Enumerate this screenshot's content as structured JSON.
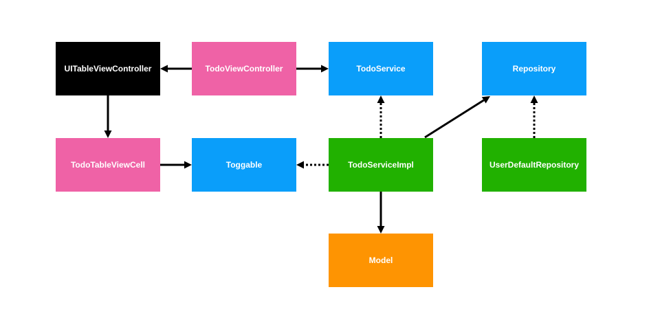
{
  "colors": {
    "black": "#000000",
    "pink": "#EF62A6",
    "blue": "#0A9EFA",
    "green": "#21B100",
    "orange": "#FE9402",
    "arrow": "#000000"
  },
  "nodes": [
    {
      "id": "uitableviewcontroller",
      "label": "UITableViewController",
      "color": "#000000"
    },
    {
      "id": "todoviewcontroller",
      "label": "TodoViewController",
      "color": "#EF62A6"
    },
    {
      "id": "todoservice",
      "label": "TodoService",
      "color": "#0A9EFA"
    },
    {
      "id": "repository",
      "label": "Repository",
      "color": "#0A9EFA"
    },
    {
      "id": "todotableviewcell",
      "label": "TodoTableViewCell",
      "color": "#EF62A6"
    },
    {
      "id": "toggable",
      "label": "Toggable",
      "color": "#0A9EFA"
    },
    {
      "id": "todoserviceimpl",
      "label": "TodoServiceImpl",
      "color": "#21B100"
    },
    {
      "id": "userdefaultrepository",
      "label": "UserDefaultRepository",
      "color": "#21B100"
    },
    {
      "id": "model",
      "label": "Model",
      "color": "#FE9402"
    }
  ],
  "edges": [
    {
      "from": "todoviewcontroller",
      "to": "uitableviewcontroller",
      "style": "solid"
    },
    {
      "from": "todoviewcontroller",
      "to": "todoservice",
      "style": "solid"
    },
    {
      "from": "uitableviewcontroller",
      "to": "todotableviewcell",
      "style": "solid"
    },
    {
      "from": "todotableviewcell",
      "to": "toggable",
      "style": "solid"
    },
    {
      "from": "todoserviceimpl",
      "to": "toggable",
      "style": "dotted"
    },
    {
      "from": "todoserviceimpl",
      "to": "todoservice",
      "style": "dotted"
    },
    {
      "from": "todoserviceimpl",
      "to": "repository",
      "style": "solid"
    },
    {
      "from": "userdefaultrepository",
      "to": "repository",
      "style": "dotted"
    },
    {
      "from": "todoserviceimpl",
      "to": "model",
      "style": "solid"
    }
  ]
}
